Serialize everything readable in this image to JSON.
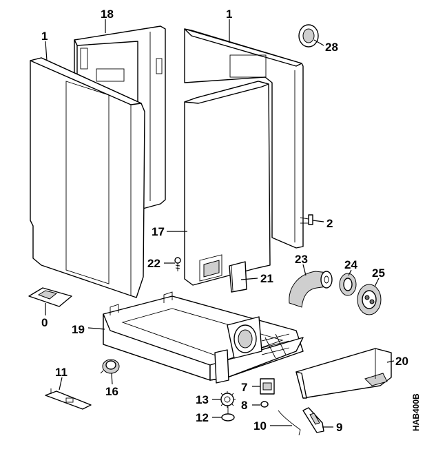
{
  "labels": {
    "p0": "0",
    "p1a": "1",
    "p1b": "1",
    "p2": "2",
    "p7": "7",
    "p8": "8",
    "p9": "9",
    "p10": "10",
    "p11": "11",
    "p12": "12",
    "p13": "13",
    "p16": "16",
    "p17": "17",
    "p18": "18",
    "p19": "19",
    "p20": "20",
    "p21": "21",
    "p22": "22",
    "p23": "23",
    "p24": "24",
    "p25": "25",
    "p28": "28"
  },
  "drawing_code": "HAB400B"
}
